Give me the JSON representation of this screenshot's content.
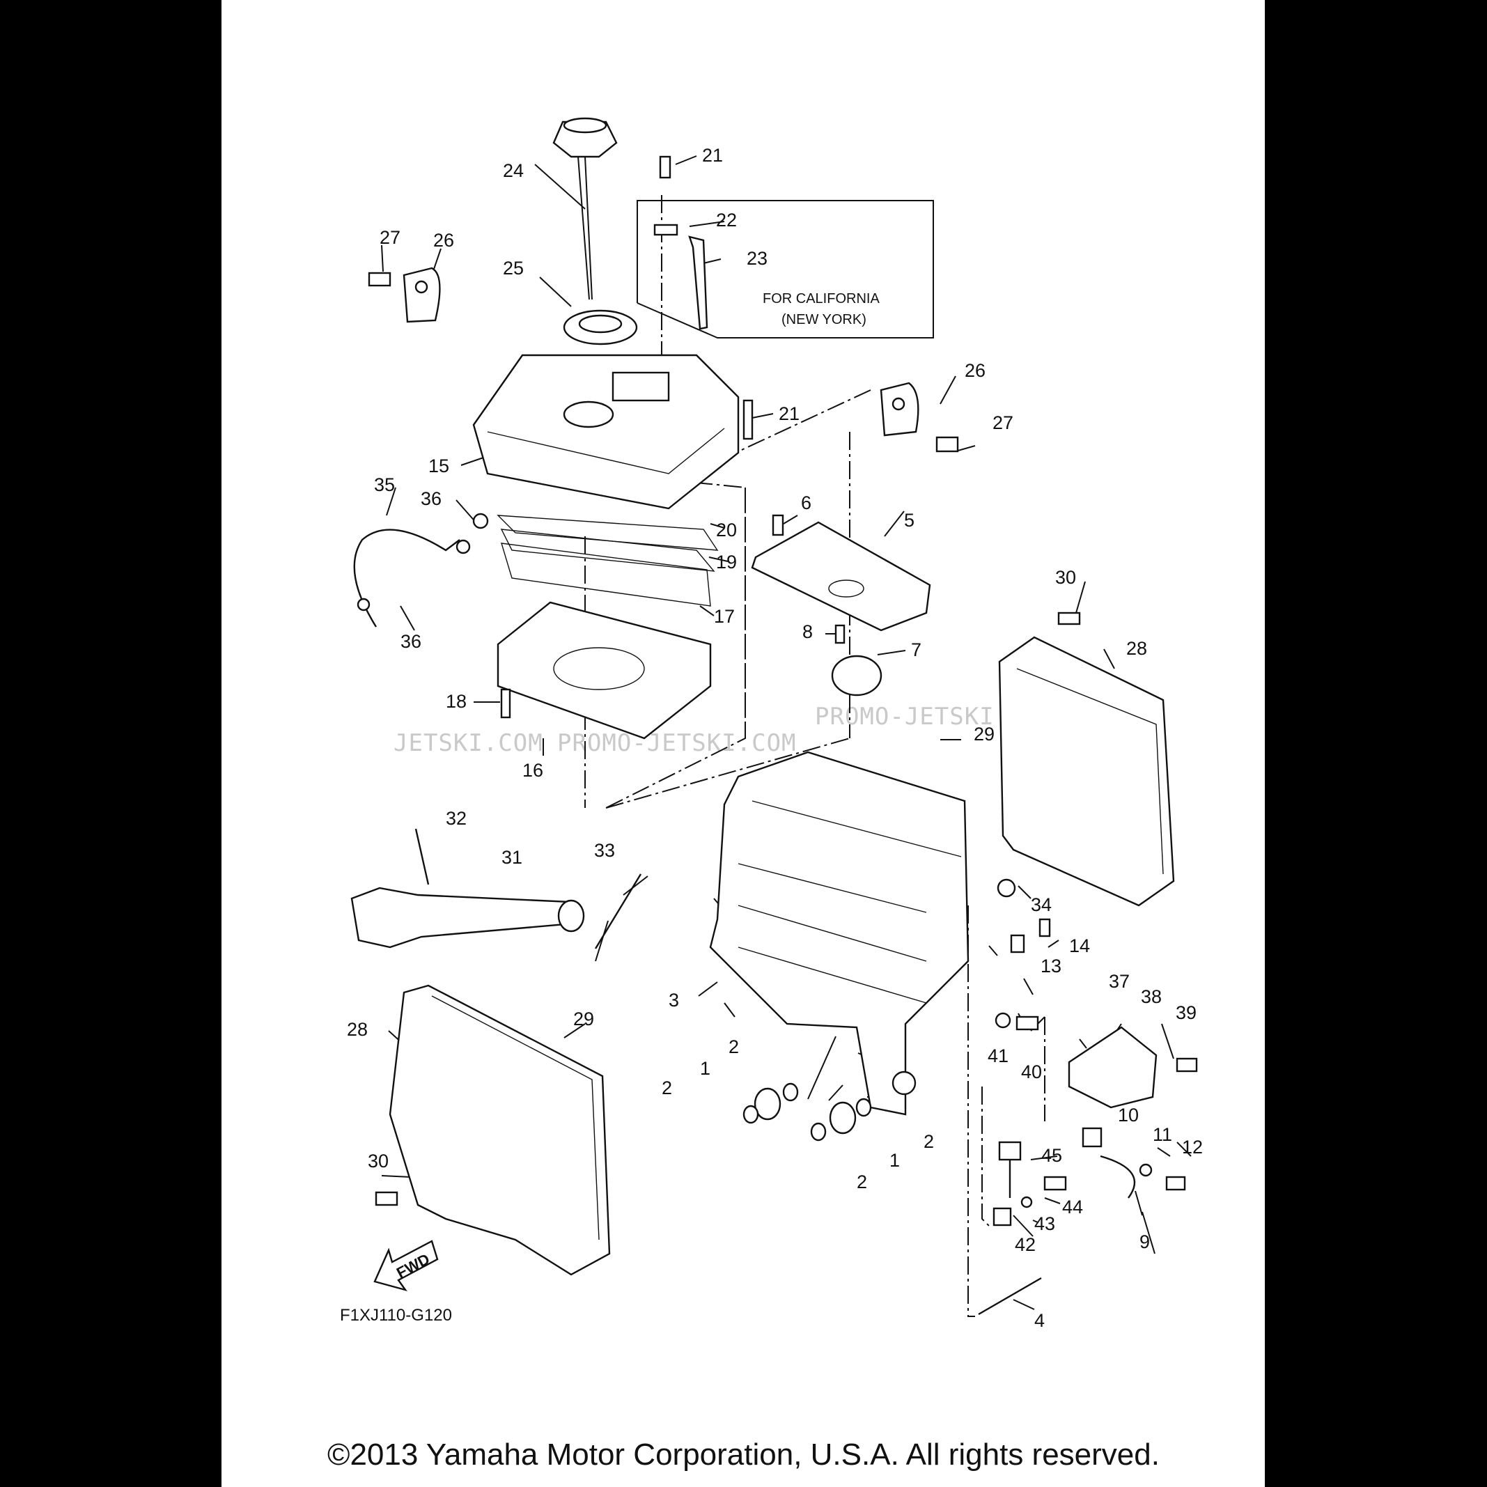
{
  "diagram": {
    "diagram_code": "F1XJ110-G120",
    "california_note": {
      "line1": "FOR CALIFORNIA",
      "line2": "(NEW YORK)"
    },
    "fwd_label": "FWD",
    "watermarks": [
      "JETSKI.COM",
      "PROMO-JETSKI.COM",
      "PROMO-JETSKI.COM"
    ],
    "callouts": {
      "c1a": "1",
      "c1b": "1",
      "c2a": "2",
      "c2b": "2",
      "c2c": "2",
      "c2d": "2",
      "c3": "3",
      "c4": "4",
      "c5": "5",
      "c6": "6",
      "c7": "7",
      "c8": "8",
      "c9": "9",
      "c10": "10",
      "c11": "11",
      "c12": "12",
      "c13": "13",
      "c14": "14",
      "c15": "15",
      "c16": "16",
      "c17": "17",
      "c18": "18",
      "c19": "19",
      "c20": "20",
      "c21a": "21",
      "c21b": "21",
      "c22": "22",
      "c23": "23",
      "c24": "24",
      "c25": "25",
      "c26a": "26",
      "c26b": "26",
      "c27a": "27",
      "c27b": "27",
      "c28a": "28",
      "c28b": "28",
      "c29a": "29",
      "c29b": "29",
      "c30a": "30",
      "c30b": "30",
      "c31": "31",
      "c32": "32",
      "c33": "33",
      "c34": "34",
      "c35": "35",
      "c36a": "36",
      "c36b": "36",
      "c37": "37",
      "c38": "38",
      "c39": "39",
      "c40": "40",
      "c41": "41",
      "c42": "42",
      "c43": "43",
      "c44": "44",
      "c45": "45"
    }
  },
  "footer": {
    "copyright": "©2013 Yamaha Motor Corporation, U.S.A. All rights reserved."
  }
}
